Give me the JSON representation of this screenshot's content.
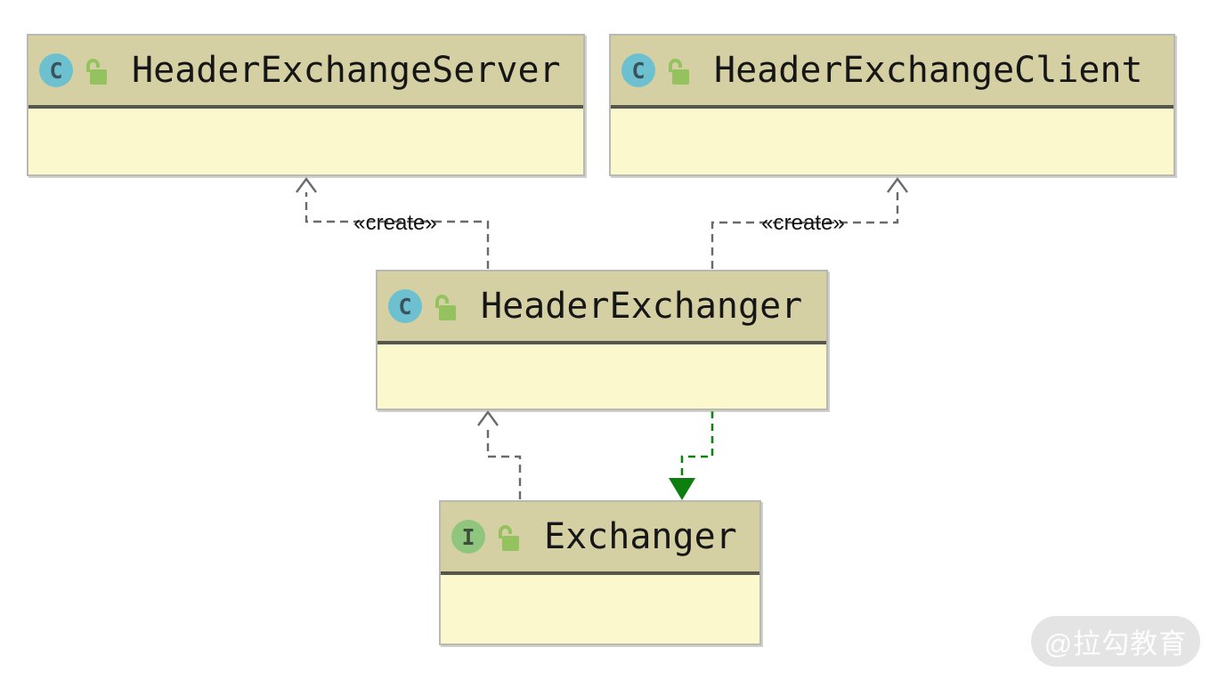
{
  "diagram_type": "uml-class-diagram",
  "nodes": [
    {
      "badge": "C",
      "kind": "class",
      "visibility": "public",
      "name": "HeaderExchangeServer"
    },
    {
      "badge": "C",
      "kind": "class",
      "visibility": "public",
      "name": "HeaderExchangeClient"
    },
    {
      "badge": "C",
      "kind": "class",
      "visibility": "public",
      "name": "HeaderExchanger"
    },
    {
      "badge": "I",
      "kind": "interface",
      "visibility": "public",
      "name": "Exchanger"
    }
  ],
  "edges": [
    {
      "from": "HeaderExchanger",
      "to": "HeaderExchangeServer",
      "label": "«create»",
      "kind": "create-dependency",
      "line": "dashed",
      "arrowhead": "open"
    },
    {
      "from": "HeaderExchanger",
      "to": "HeaderExchangeClient",
      "label": "«create»",
      "kind": "create-dependency",
      "line": "dashed",
      "arrowhead": "open"
    },
    {
      "from": "Exchanger",
      "to": "HeaderExchanger",
      "label": "",
      "kind": "dependency",
      "line": "dashed",
      "arrowhead": "open"
    },
    {
      "from": "HeaderExchanger",
      "to": "Exchanger",
      "label": "",
      "kind": "realization",
      "line": "dashed",
      "arrowhead": "filled-triangle"
    }
  ],
  "colors": {
    "node_header": "#d4d0a3",
    "node_body": "#fbf8cd",
    "node_border": "#b9b9b3",
    "separator": "#56564d",
    "class_badge": "#6dc0cf",
    "interface_badge": "#8fc57c",
    "lock": "#93c25f",
    "arrow_gray": "#6a6a6a",
    "arrow_green": "#108312",
    "title_text": "#161616"
  },
  "watermark": {
    "text": "@拉勾教育"
  }
}
